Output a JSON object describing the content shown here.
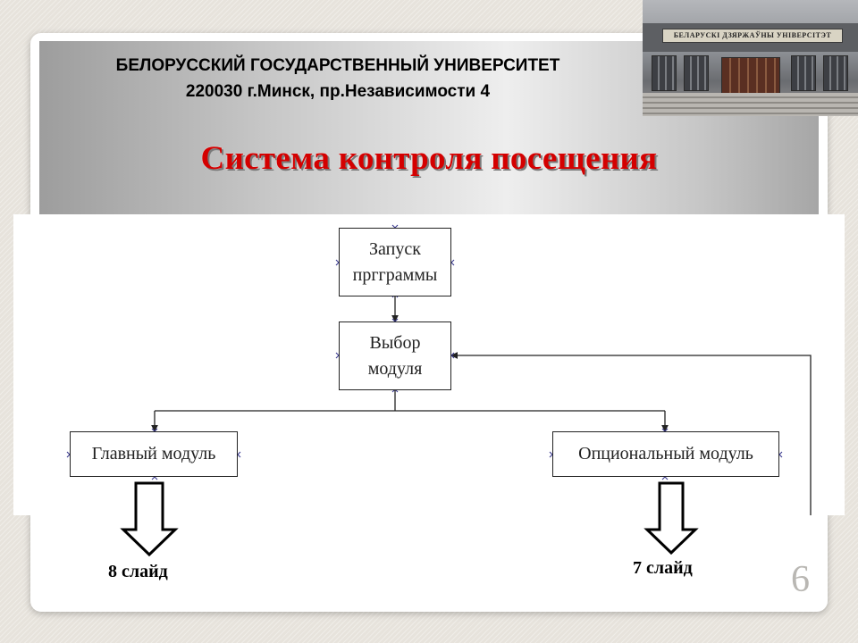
{
  "header": {
    "university": "БЕЛОРУССКИЙ ГОСУДАРСТВЕННЫЙ УНИВЕРСИТЕТ",
    "address": "220030 г.Минск, пр.Независимости 4",
    "photo_sign": "БЕЛАРУСКІ ДЗЯРЖАЎНЫ УНІВЕРСІТЭТ"
  },
  "title": "Система контроля посещения",
  "diagram": {
    "nodes": {
      "start": [
        "Запуск",
        "пргграммы"
      ],
      "select": [
        "Выбор",
        "модуля"
      ],
      "main": "Главный модуль",
      "optional": "Опциональный модуль"
    }
  },
  "links": {
    "left": "8 слайд",
    "right": "7 слайд"
  },
  "page_number": "6",
  "colors": {
    "title": "#d40000",
    "connector": "#222222",
    "handle": "#3b3b8f"
  }
}
